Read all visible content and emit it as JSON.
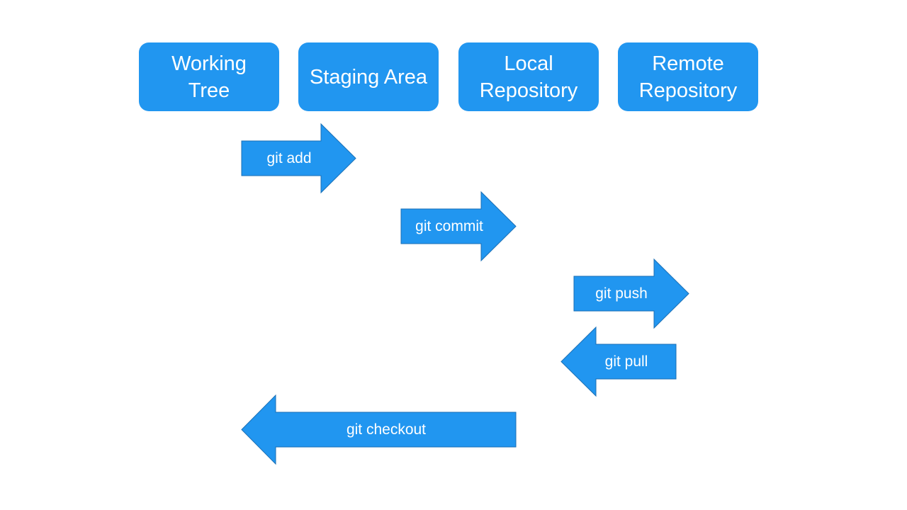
{
  "colors": {
    "fill": "#2196f0",
    "stroke": "#1a6fb5",
    "text": "#ffffff",
    "background": "#ffffff"
  },
  "boxes": [
    {
      "label": "Working\nTree"
    },
    {
      "label": "Staging Area"
    },
    {
      "label": "Local\nRepository"
    },
    {
      "label": "Remote\nRepository"
    }
  ],
  "arrows": [
    {
      "label": "git add",
      "from": "Working Tree",
      "to": "Staging Area",
      "direction": "right"
    },
    {
      "label": "git commit",
      "from": "Staging Area",
      "to": "Local Repository",
      "direction": "right"
    },
    {
      "label": "git push",
      "from": "Local Repository",
      "to": "Remote Repository",
      "direction": "right"
    },
    {
      "label": "git pull",
      "from": "Remote Repository",
      "to": "Local Repository",
      "direction": "left"
    },
    {
      "label": "git checkout",
      "from": "Local Repository",
      "to": "Working Tree",
      "direction": "left"
    }
  ]
}
